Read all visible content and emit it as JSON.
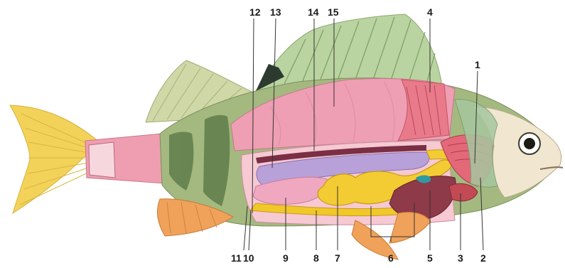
{
  "labels": {
    "top": [
      "12",
      "13",
      "14",
      "15",
      "4",
      "1"
    ],
    "bottom": [
      "11",
      "10",
      "9",
      "8",
      "7",
      "6",
      "5",
      "3",
      "2"
    ]
  },
  "colors": {
    "tail_fin": "#f3d25a",
    "body_green": "#9fb37a",
    "stripe": "#5e7a4a",
    "muscle_pink": "#eea0b3",
    "gill_red": "#e87a8a",
    "intestine_yellow": "#f1c82a",
    "liver_maroon": "#8e3a48",
    "swim_bladder": "#b8a0d8",
    "fin_orange": "#f0a25a",
    "head_cream": "#f1e6cf"
  }
}
